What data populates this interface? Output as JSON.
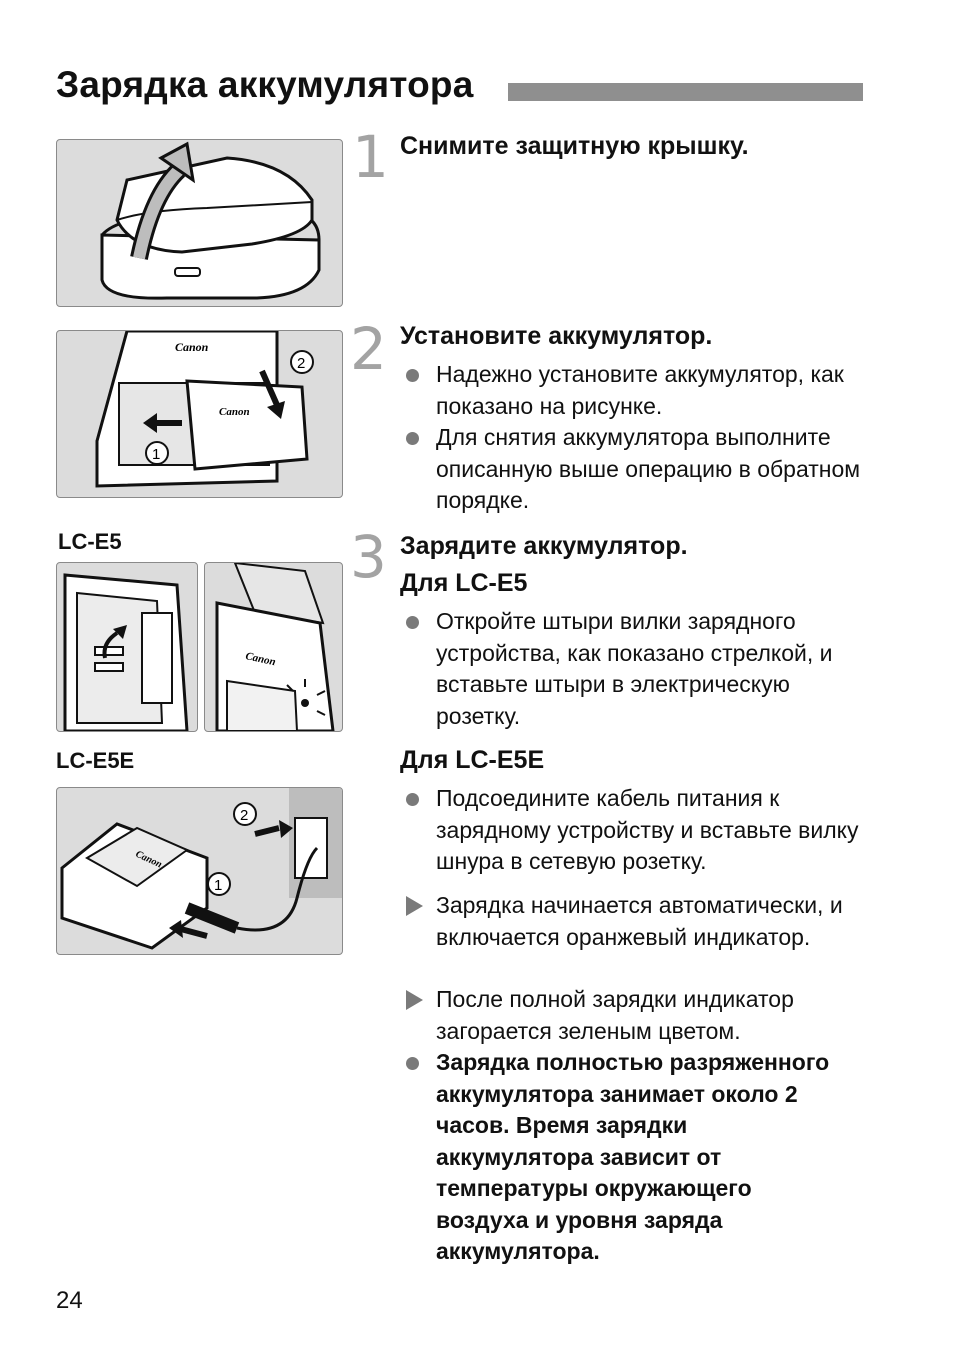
{
  "page": {
    "title": "Зарядка аккумулятора",
    "page_number": "24"
  },
  "figures": {
    "label_lce5": "LC-E5",
    "label_lce5e": "LC-E5E",
    "brand": "Canon",
    "callout_1": "1",
    "callout_2": "2"
  },
  "steps": [
    {
      "number": "1",
      "heading": "Снимите защитную крышку."
    },
    {
      "number": "2",
      "heading": "Установите аккумулятор.",
      "items": [
        "Надежно установите аккумулятор, как показано на рисунке.",
        "Для снятия аккумулятора выполните описанную выше операцию в обратном порядке."
      ]
    },
    {
      "number": "3",
      "heading": "Зарядите аккумулятор.",
      "sub_lce5": "Для LC-E5",
      "items_lce5": [
        "Откройте штыри вилки зарядного устройства, как показано стрелкой, и вставьте штыри в электрическую розетку."
      ],
      "sub_lce5e": "Для LC-E5E",
      "items_lce5e": [
        "Подсоедините кабель питания к зарядному устройству и вставьте вилку шнура в сетевую розетку."
      ],
      "results": [
        "Зарядка начинается автоматически, и включается оранжевый индикатор.",
        "После полной зарядки индикатор загорается зеленым цветом."
      ],
      "note": "Зарядка полностью разряженного аккумулятора занимает около 2 часов. Время зарядки аккумулятора зависит от температуры окружающего воздуха и уровня заряда аккумулятора."
    }
  ]
}
